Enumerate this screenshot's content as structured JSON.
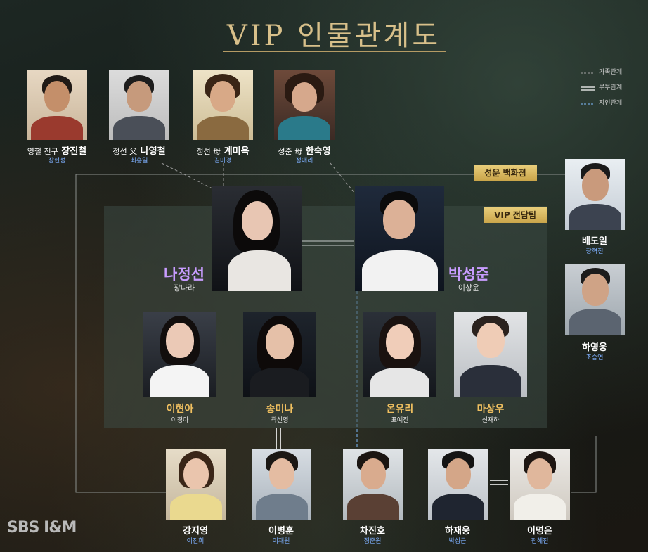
{
  "title": "VIP 인물관계도",
  "legend": [
    {
      "label": "가족관계",
      "style": "family"
    },
    {
      "label": "부부관계",
      "style": "married"
    },
    {
      "label": "지인관계",
      "style": "acquaintance"
    }
  ],
  "groups": {
    "store": "성운 백화점",
    "team": "VIP 전담팀"
  },
  "characters": {
    "jangjincheol": {
      "role": "영철 친구",
      "name": "장진철",
      "actor": "장현성"
    },
    "nayeongcheol": {
      "role": "정선 父",
      "name": "나영철",
      "actor": "최홍일"
    },
    "gyemiok": {
      "role": "정선 母",
      "name": "계미옥",
      "actor": "김미경"
    },
    "hansukyeong": {
      "role": "성준 母",
      "name": "한숙영",
      "actor": "정애리"
    },
    "najeongseon": {
      "name": "나정선",
      "actor": "장나라"
    },
    "parkseongjun": {
      "name": "박성준",
      "actor": "이상윤"
    },
    "baedoil": {
      "name": "배도일",
      "actor": "장혁진"
    },
    "hayeongung": {
      "name": "하영웅",
      "actor": "조승연"
    },
    "leehyeona": {
      "name": "이현아",
      "actor": "이청아"
    },
    "songmina": {
      "name": "송미나",
      "actor": "곽선영"
    },
    "onyuri": {
      "name": "온유리",
      "actor": "표예진"
    },
    "masangwoo": {
      "name": "마상우",
      "actor": "신재하"
    },
    "kangjiyeong": {
      "name": "강지영",
      "actor": "이진희"
    },
    "leebyeonghun": {
      "name": "이병훈",
      "actor": "이재원"
    },
    "chajinho": {
      "name": "차진호",
      "actor": "정준원"
    },
    "hajaeung": {
      "name": "하재웅",
      "actor": "박성근"
    },
    "leemyeongeun": {
      "name": "이명은",
      "actor": "전혜진"
    }
  },
  "logo": "SBS I&M",
  "colors": {
    "gold": "#d8c08a",
    "lead_name": "#c89cff",
    "team_name": "#f0c060",
    "actor_link": "#7fb0ff",
    "tag_bg": "#d9b95e"
  }
}
